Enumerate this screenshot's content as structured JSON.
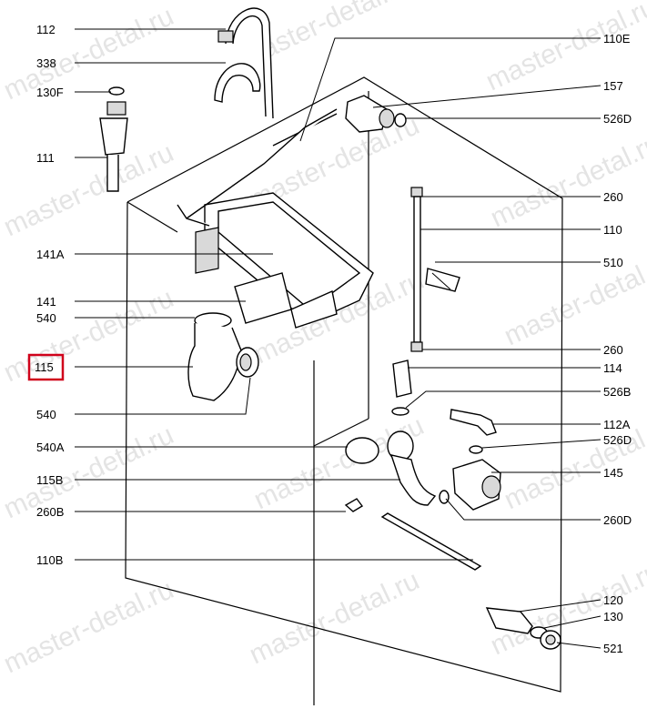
{
  "watermark": "master-detal.ru",
  "highlight_color": "#d0021b",
  "labels": {
    "l112": "112",
    "l338": "338",
    "l130F": "130F",
    "l111": "111",
    "l141A": "141A",
    "l141": "141",
    "l540a": "540",
    "l115": "115",
    "l540b": "540",
    "l540A": "540A",
    "l115B": "115B",
    "l260B": "260B",
    "l110B": "110B",
    "l110E": "110E",
    "l157": "157",
    "l526Da": "526D",
    "l260a": "260",
    "l110": "110",
    "l510": "510",
    "l260b": "260",
    "l114": "114",
    "l526B": "526B",
    "l112A": "112A",
    "l526Db": "526D",
    "l145": "145",
    "l260D": "260D",
    "l120": "120",
    "l130": "130",
    "l521": "521"
  }
}
